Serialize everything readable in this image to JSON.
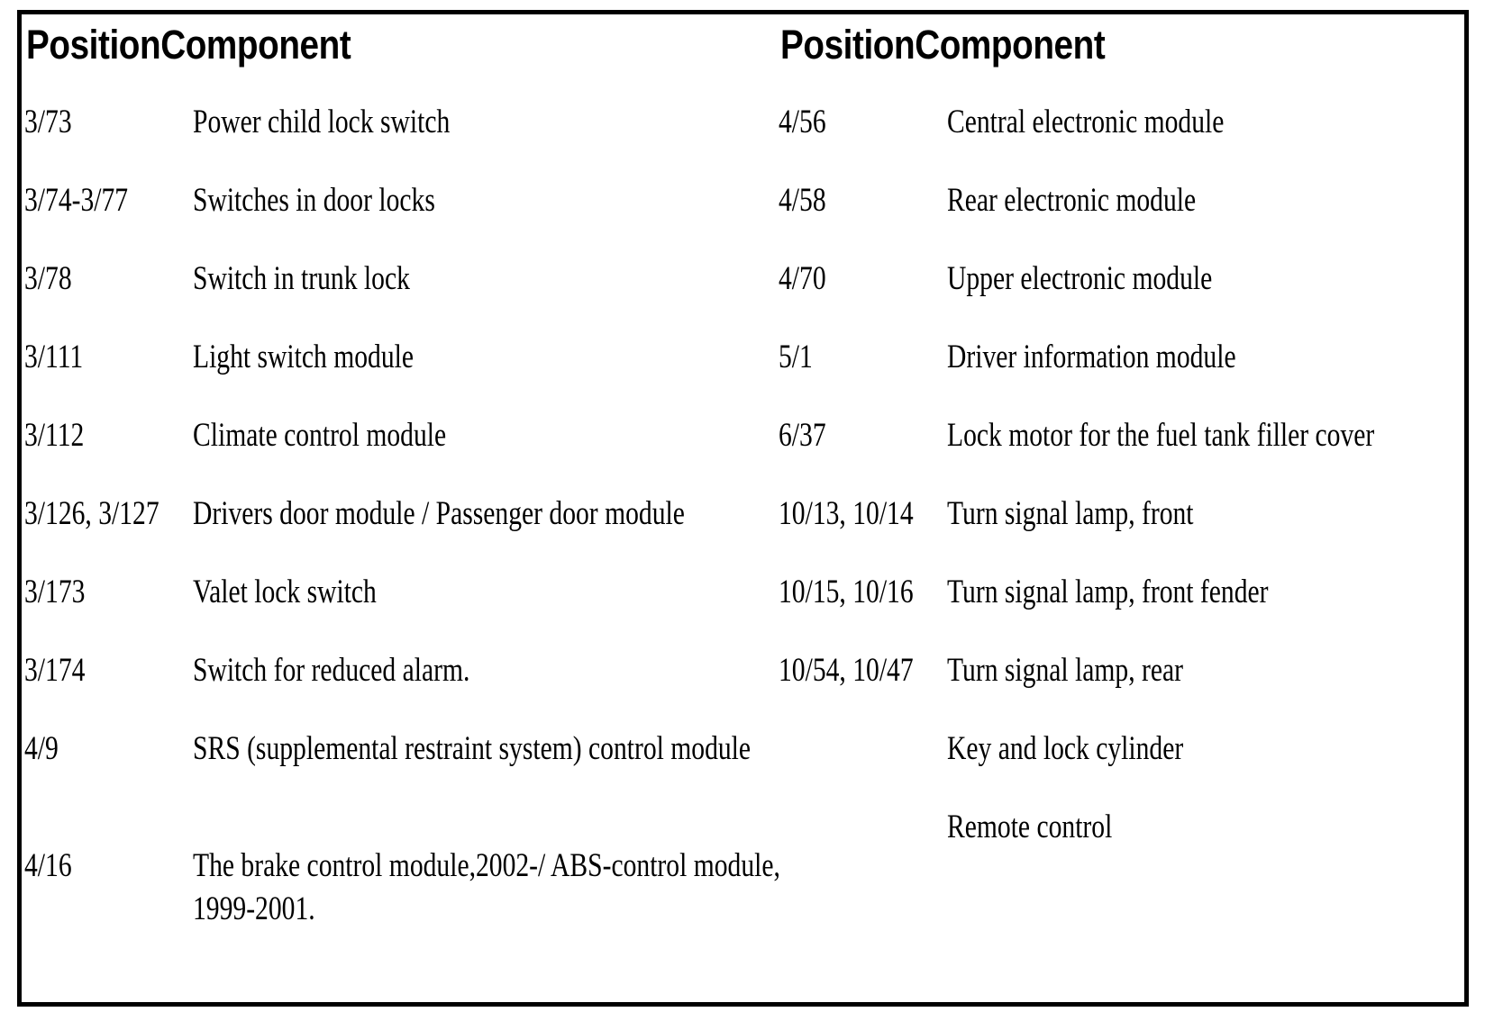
{
  "document": {
    "kind": "two-column reference table",
    "frame_color": "#000000",
    "background_color": "#ffffff",
    "text_color": "#000000"
  },
  "tables": [
    {
      "id": "left",
      "headers": {
        "position": "Position",
        "component": "Component"
      },
      "rows": [
        {
          "position": "3/73",
          "component": "Power child lock switch"
        },
        {
          "position": "3/74-3/77",
          "component": "Switches in door locks"
        },
        {
          "position": "3/78",
          "component": "Switch in trunk lock"
        },
        {
          "position": "3/111",
          "component": "Light switch module"
        },
        {
          "position": "3/112",
          "component": "Climate control module"
        },
        {
          "position": "3/126, 3/127",
          "component": "Drivers door module / Passenger door module"
        },
        {
          "position": "3/173",
          "component": "Valet lock switch"
        },
        {
          "position": "3/174",
          "component": "Switch for reduced alarm."
        },
        {
          "position": "4/9",
          "component": "SRS (supplemental restraint system) control module",
          "tall": true
        },
        {
          "position": "4/16",
          "component": "The brake control module,2002-/ ABS-control module, 1999-2001.",
          "tall": true
        }
      ]
    },
    {
      "id": "right",
      "headers": {
        "position": "Position",
        "component": "Component"
      },
      "rows": [
        {
          "position": "4/56",
          "component": "Central electronic module"
        },
        {
          "position": "4/58",
          "component": "Rear electronic module"
        },
        {
          "position": "4/70",
          "component": "Upper electronic module"
        },
        {
          "position": "5/1",
          "component": "Driver information module"
        },
        {
          "position": "6/37",
          "component": "Lock motor for the fuel tank filler cover"
        },
        {
          "position": "10/13, 10/14",
          "component": "Turn signal lamp, front"
        },
        {
          "position": "10/15, 10/16",
          "component": "Turn signal lamp, front fender"
        },
        {
          "position": "10/54, 10/47",
          "component": "Turn signal lamp, rear"
        },
        {
          "position": "",
          "component": "Key and lock cylinder"
        },
        {
          "position": "",
          "component": "Remote control"
        }
      ]
    }
  ]
}
